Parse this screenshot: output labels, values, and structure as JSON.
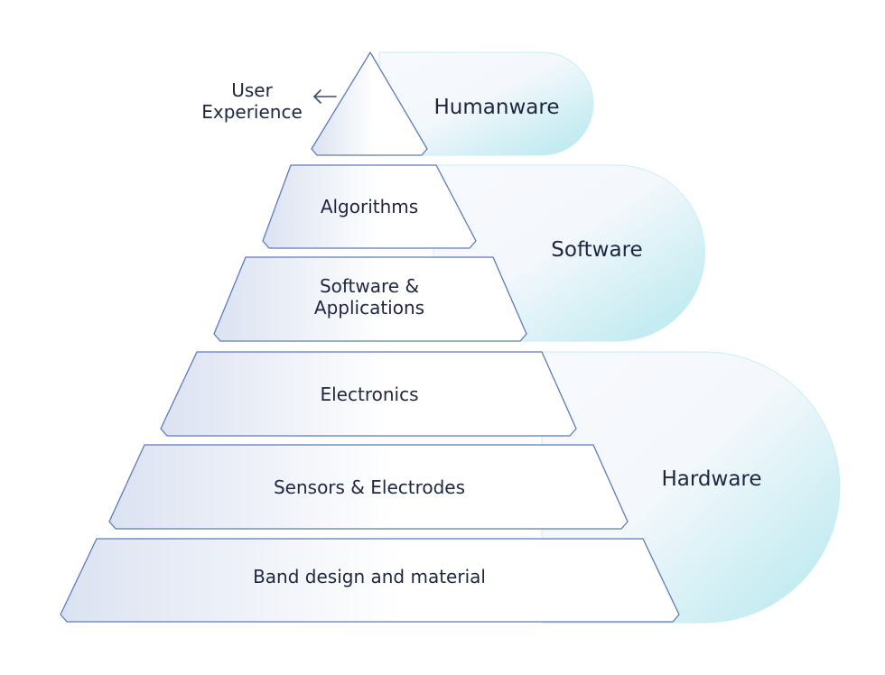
{
  "diagram": {
    "groups": {
      "humanware": "Humanware",
      "software": "Software",
      "hardware": "Hardware"
    },
    "tiers": {
      "top": "",
      "algorithms": "Algorithms",
      "software_apps_line1": "Software &",
      "software_apps_line2": "Applications",
      "electronics": "Electronics",
      "sensors": "Sensors & Electrodes",
      "band": "Band design and material"
    },
    "callout": {
      "line1": "User",
      "line2": "Experience"
    },
    "colors": {
      "stroke": "#5b7bbf",
      "pill_accent": "#b4e8ee",
      "text": "#1f2640"
    }
  }
}
